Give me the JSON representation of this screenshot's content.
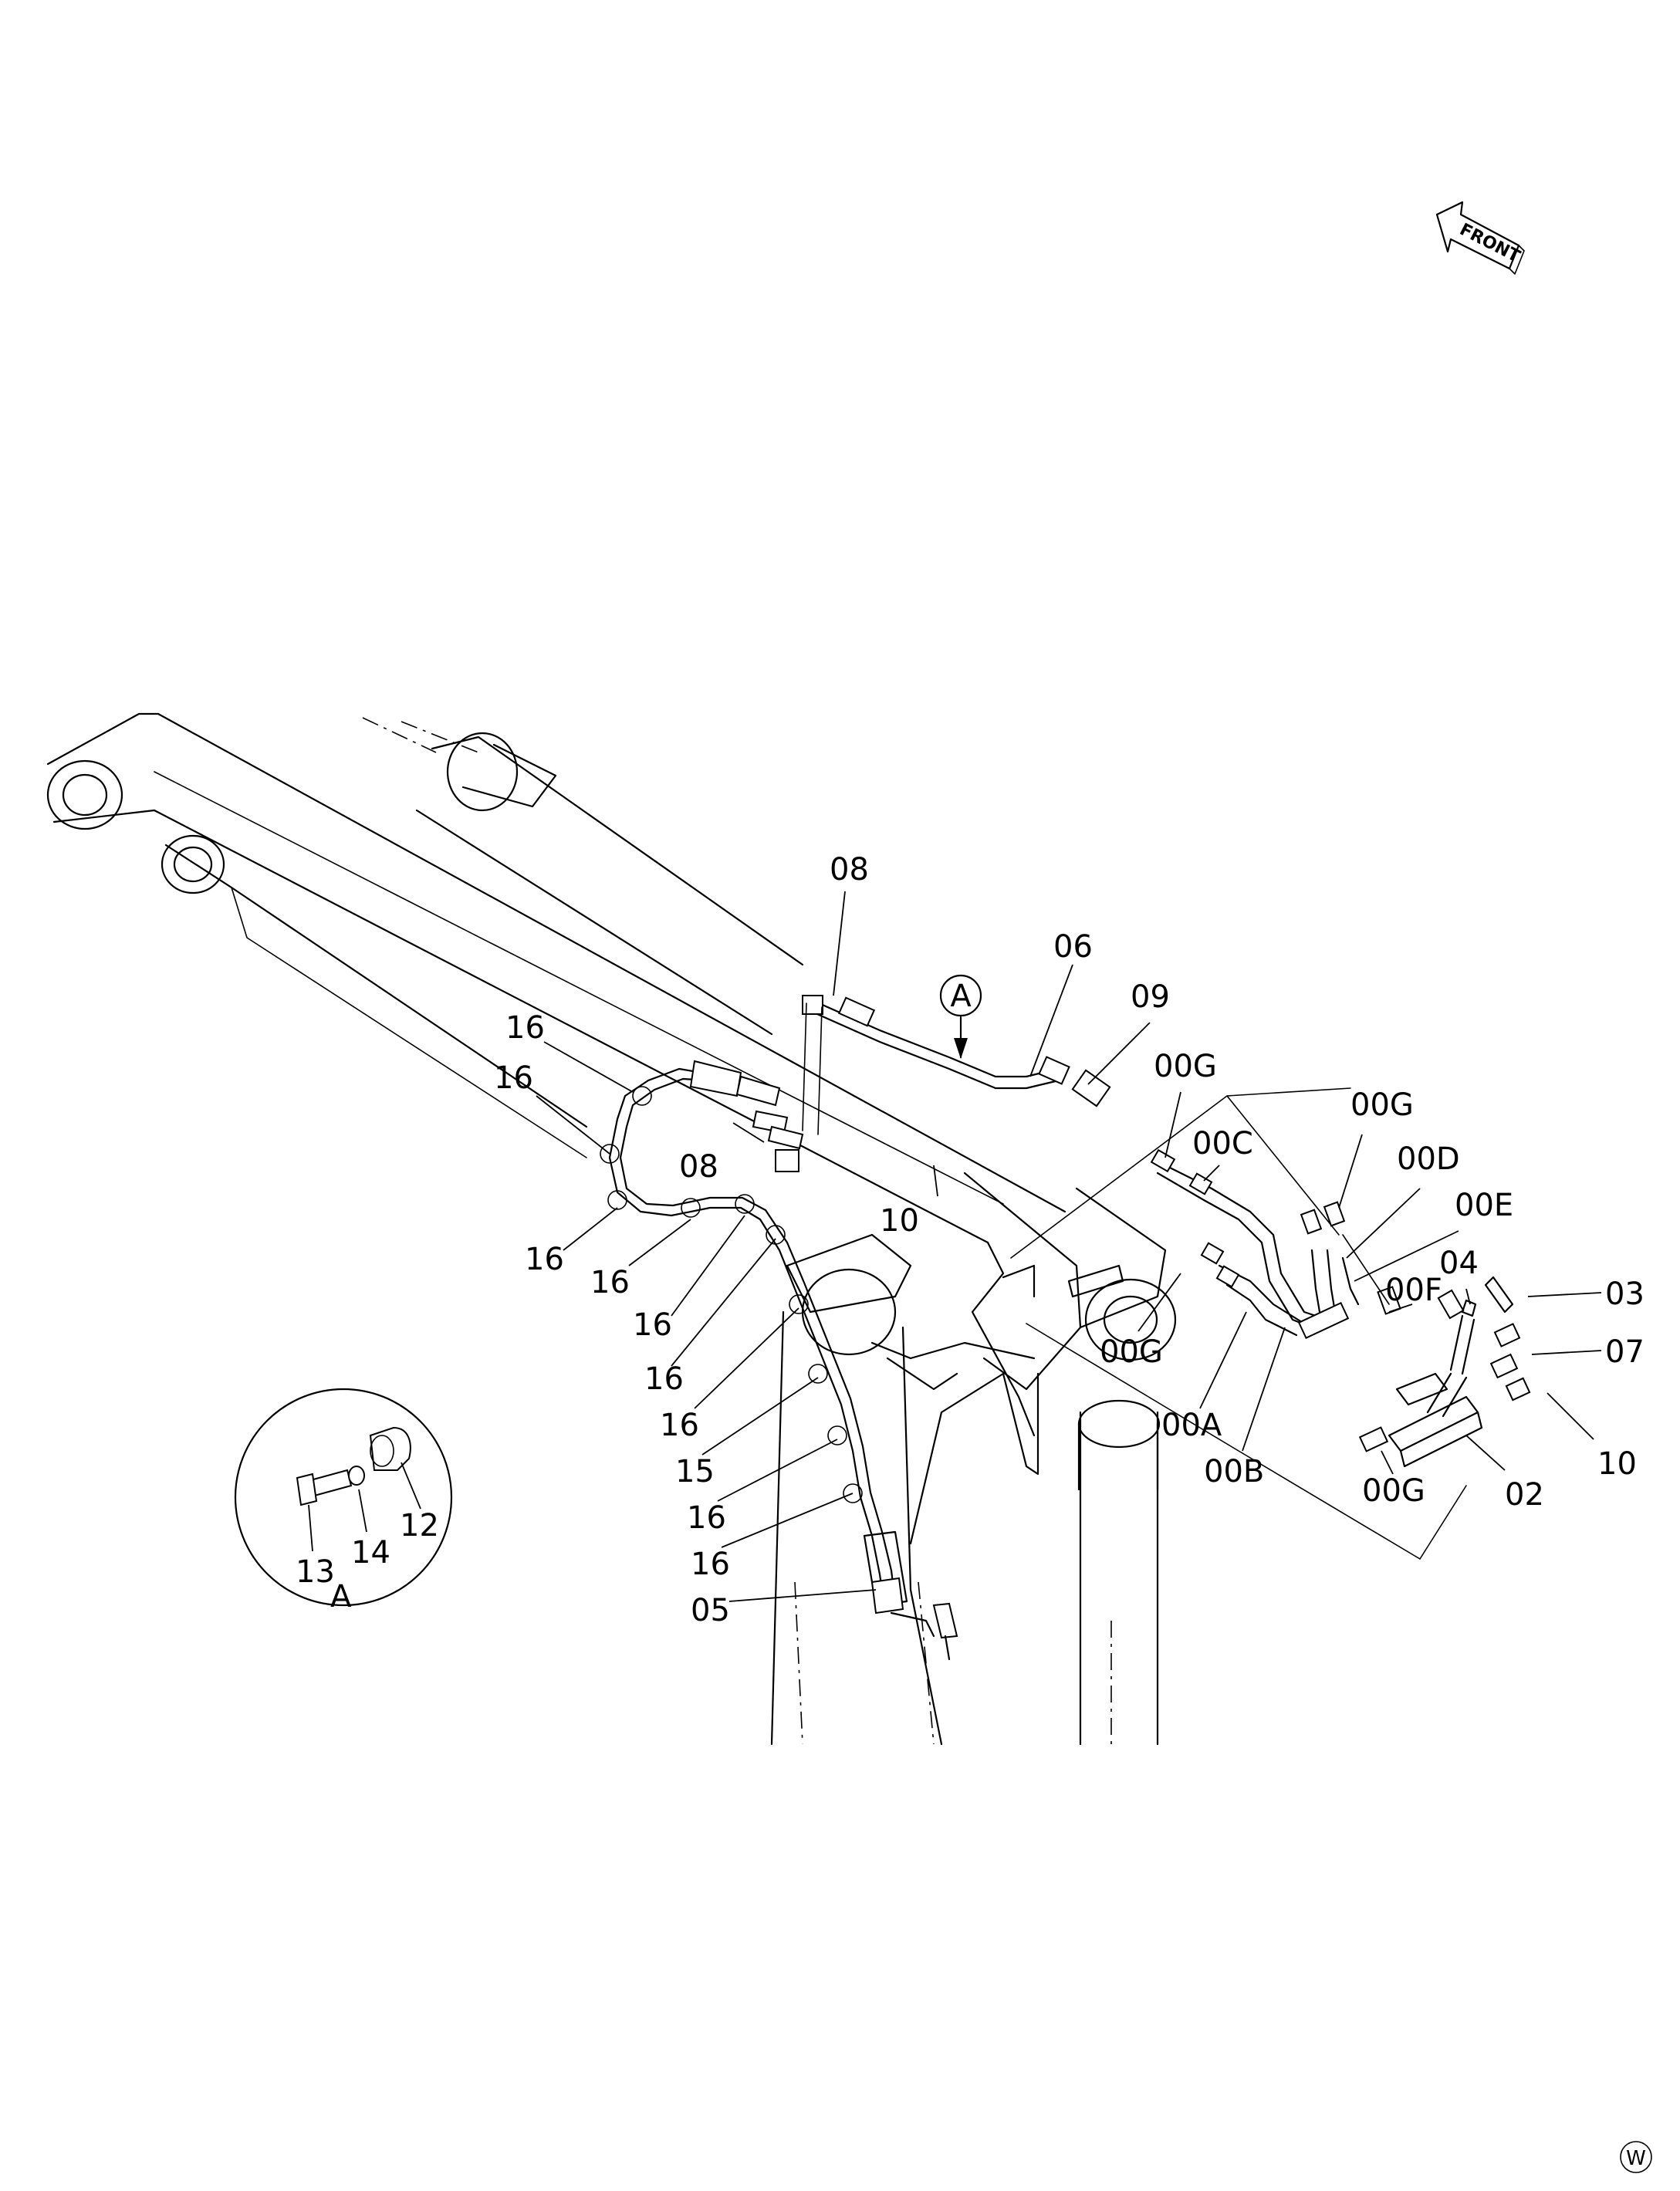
{
  "front_arrow": {
    "text": "FRONT",
    "icon": "front-direction-arrow-icon"
  },
  "detail_marker": {
    "letter": "A"
  },
  "detail_view": {
    "caption": "A",
    "callouts": {
      "c12": "12",
      "c13": "13",
      "c14": "14"
    }
  },
  "callouts": {
    "c08a": "08",
    "c06": "06",
    "c09": "09",
    "c00g1": "00G",
    "c00c": "00C",
    "c00g2": "00G",
    "c00d": "00D",
    "c00e": "00E",
    "c04": "04",
    "c00f": "00F",
    "c03": "03",
    "c07": "07",
    "c10b": "10",
    "c02": "02",
    "c00g3": "00G",
    "c00b": "00B",
    "c00a": "00A",
    "c00g4": "00G",
    "c10a": "10",
    "c08b": "08",
    "c16a": "16",
    "c16b": "16",
    "c16c": "16",
    "c16d": "16",
    "c16e": "16",
    "c16f": "16",
    "c16g": "16",
    "c15": "15",
    "c16h": "16",
    "c16i": "16",
    "c05": "05"
  },
  "corner_mark": "W"
}
